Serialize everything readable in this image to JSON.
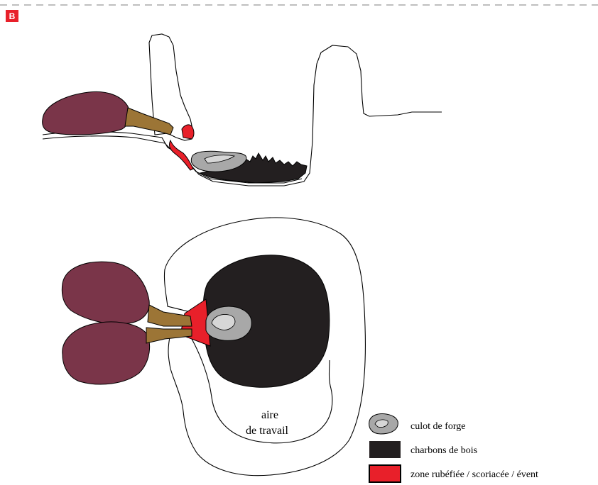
{
  "panel": {
    "label": "B"
  },
  "work_area": {
    "line1": "aire",
    "line2": "de travail"
  },
  "legend": {
    "items": [
      {
        "key": "culot",
        "label": "culot de forge"
      },
      {
        "key": "charbons",
        "label": "charbons de bois"
      },
      {
        "key": "zone",
        "label": "zone rubéfiée / scoriacée / évent"
      }
    ]
  },
  "colors": {
    "badge": "#e8202a",
    "bellows": "#7a3549",
    "nozzle": "#9c7536",
    "charcoal": "#231f20",
    "red_zone": "#e8202a",
    "culot_outer": "#a8a8a8",
    "culot_inner": "#d6d6d6",
    "outline": "#000000",
    "dashes": "#999999"
  }
}
